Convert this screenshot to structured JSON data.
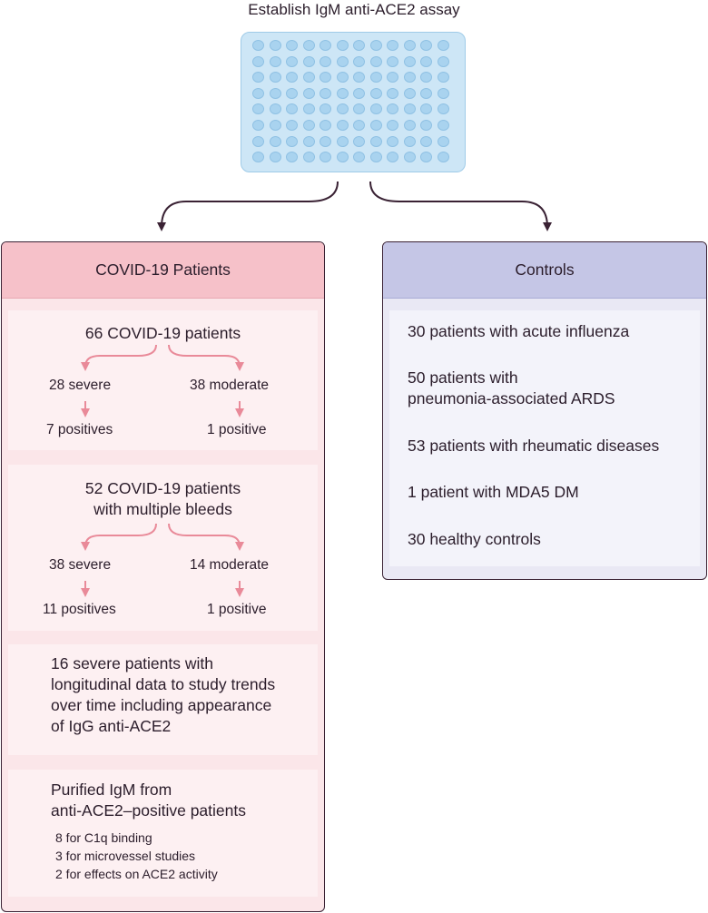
{
  "title": "Establish IgM anti-ACE2 assay",
  "covid_panel": {
    "header": "COVID-19 Patients",
    "section1": {
      "title": "66 COVID-19 patients",
      "left_group": "28 severe",
      "left_result": "7 positives",
      "right_group": "38 moderate",
      "right_result": "1 positive"
    },
    "section2": {
      "title_line1": "52 COVID-19 patients",
      "title_line2": "with multiple bleeds",
      "left_group": "38 severe",
      "left_result": "11 positives",
      "right_group": "14 moderate",
      "right_result": "1 positive"
    },
    "section3": {
      "lines": [
        "16 severe patients with",
        "longitudinal data to study trends",
        "over time including appearance",
        "of IgG anti-ACE2"
      ]
    },
    "section4": {
      "lines": [
        "Purified IgM from",
        "anti-ACE2–positive patients"
      ],
      "subitems": [
        "8 for C1q binding",
        "3 for microvessel studies",
        "2 for effects on ACE2 activity"
      ]
    }
  },
  "controls_panel": {
    "header": "Controls",
    "items": [
      "30 patients with acute influenza",
      "50 patients with",
      "pneumonia-associated ARDS",
      "53 patients with rheumatic diseases",
      "1 patient with MDA5 DM",
      "30 healthy controls"
    ]
  },
  "colors": {
    "covid_header": "#f6c1c9",
    "covid_body": "#fbe6e9",
    "controls_header": "#c5c6e6",
    "controls_body": "#e9e8f4",
    "plate": "#cde6f6",
    "arrow_pink": "#e98a99",
    "arrow_dark": "#3a2234"
  }
}
